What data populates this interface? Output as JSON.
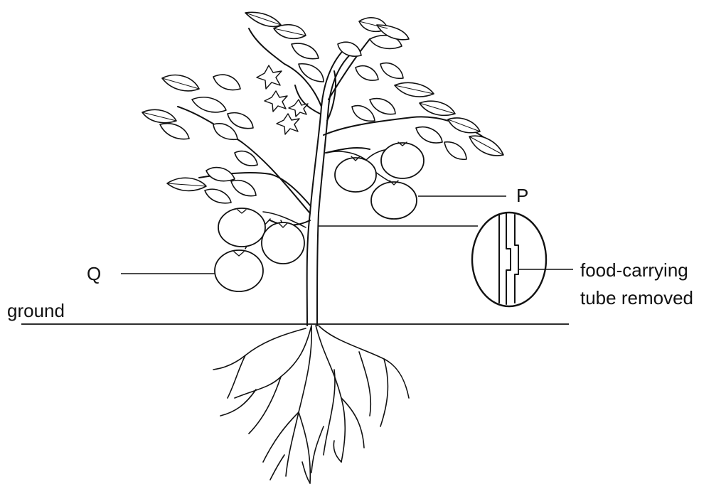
{
  "labels": {
    "p": "P",
    "q": "Q",
    "ground": "ground",
    "inset_line1": "food-carrying",
    "inset_line2": "tube removed"
  },
  "colors": {
    "ink": "#111111",
    "background": "#ffffff"
  }
}
